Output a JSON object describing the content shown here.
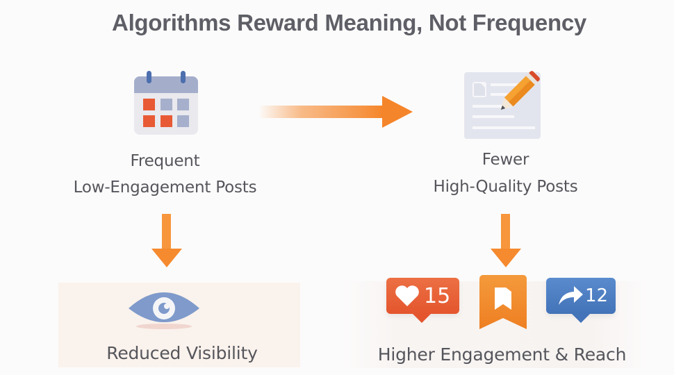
{
  "title": "Algorithms Reward Meaning, Not Frequency",
  "left": {
    "icon": "calendar-icon",
    "label_line1": "Frequent",
    "label_line2": "Low-Engagement Posts",
    "outcome_icon": "eye-icon",
    "outcome_label": "Reduced Visibility"
  },
  "right": {
    "icon": "document-pencil-icon",
    "label_line1": "Fewer",
    "label_line2": "High-Quality Posts",
    "badges": [
      {
        "icon": "heart-icon",
        "count": "15",
        "color": "#e8613a"
      },
      {
        "icon": "bookmark-icon",
        "count": "",
        "color": "#f28a30"
      },
      {
        "icon": "share-arrow-icon",
        "count": "12",
        "color": "#4a7cc0"
      }
    ],
    "outcome_label": "Higher Engagement & Reach"
  },
  "colors": {
    "arrow": "#f58a2e",
    "calendar_header": "#a3aec9",
    "calendar_active": "#e85a35",
    "calendar_inactive": "#a6b0cc",
    "eye": "#7f9acb"
  }
}
